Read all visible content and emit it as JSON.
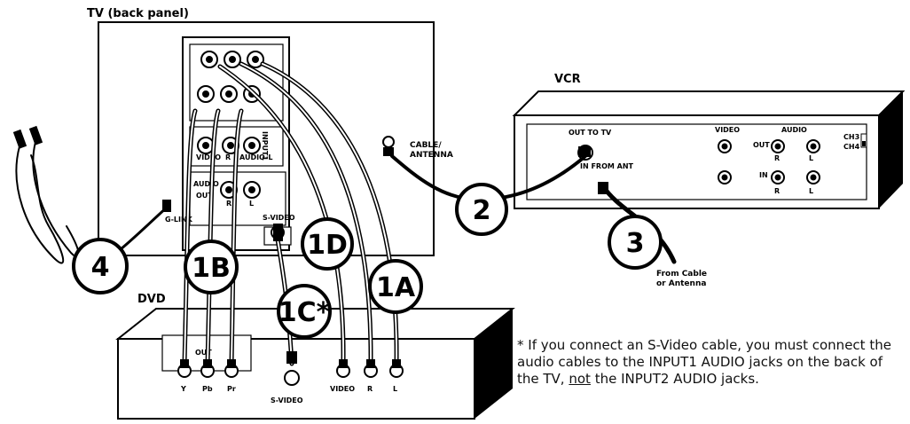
{
  "tv": {
    "title": "TV (back panel)",
    "cable_antenna": [
      "CABLE/",
      "ANTENNA"
    ],
    "input_label": "INPUT1",
    "jacks": {
      "video": "VIDEO",
      "r": "R",
      "audio_l": "AUDIO-L",
      "audio": "AUDIO",
      "out": "OUT",
      "r2": "R",
      "l2": "L",
      "s_video": "S-VIDEO",
      "g_link": "G-LINK"
    }
  },
  "vcr": {
    "title": "VCR",
    "out_to_tv": "OUT TO TV",
    "in_from_ant": "IN FROM ANT",
    "video": "VIDEO",
    "audio": "AUDIO",
    "out": "OUT",
    "in": "IN",
    "r": "R",
    "l": "L",
    "ch3": "CH3",
    "ch4": "CH4",
    "from_cable": [
      "From Cable",
      "or Antenna"
    ]
  },
  "dvd": {
    "title": "DVD",
    "out": "OUT",
    "jacks": [
      "Y",
      "Pb",
      "Pr",
      "S-VIDEO",
      "VIDEO",
      "R",
      "L"
    ]
  },
  "callouts": [
    "4",
    "1B",
    "1C*",
    "1D",
    "1A",
    "2",
    "3"
  ],
  "note": {
    "part1": "* If you connect an S-Video cable, you must connect the audio cables to the INPUT1 AUDIO jacks on the back of the TV, ",
    "emphasis": "not",
    "part2": " the INPUT2 AUDIO jacks."
  }
}
